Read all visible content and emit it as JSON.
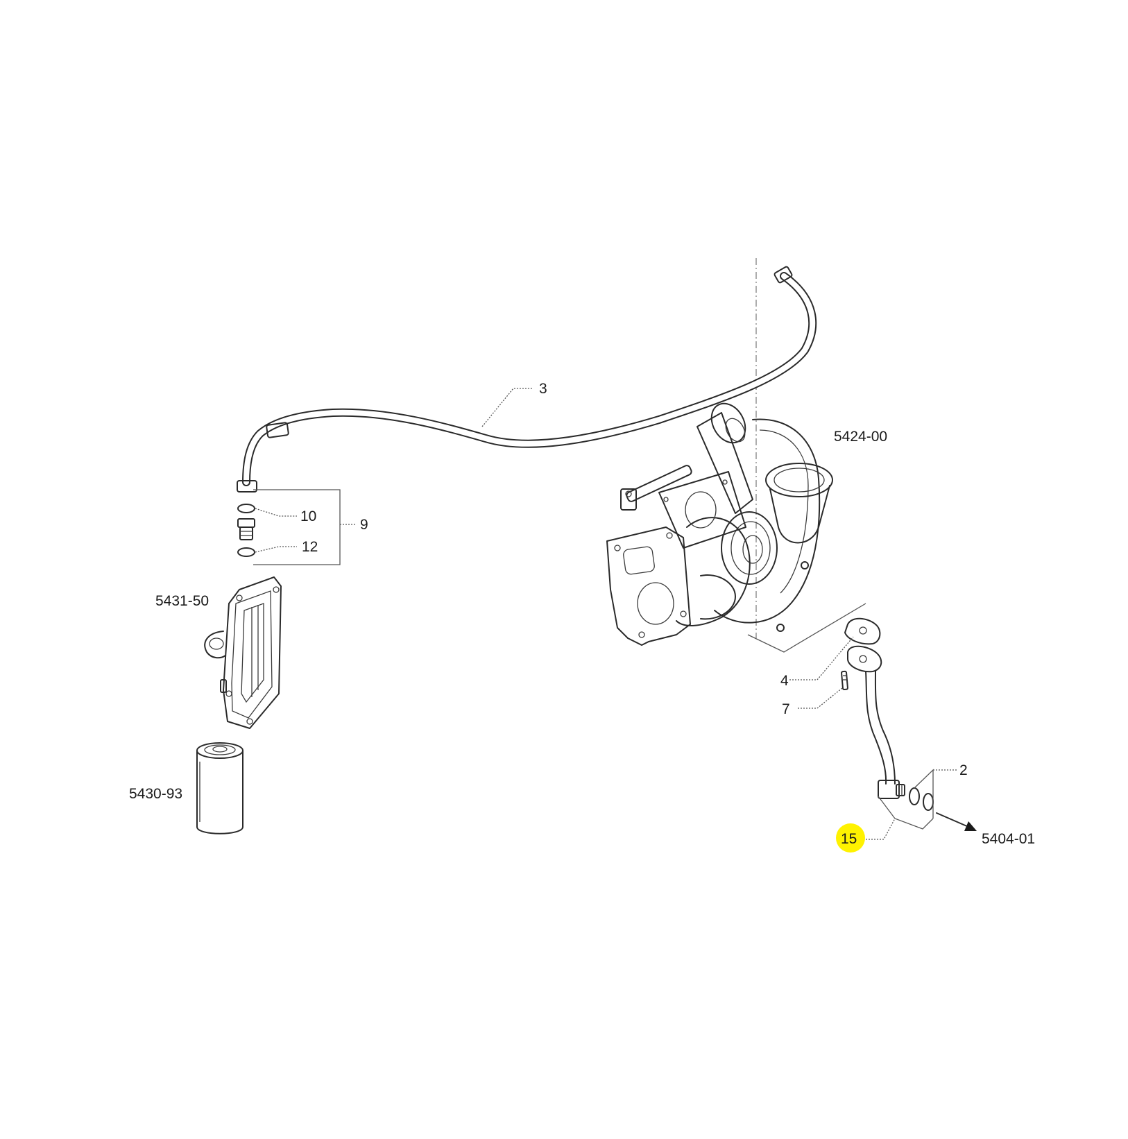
{
  "callouts": {
    "c_3": "3",
    "c_5424_00": "5424-00",
    "c_10": "10",
    "c_9": "9",
    "c_12": "12",
    "c_5431_50": "5431-50",
    "c_4": "4",
    "c_7": "7",
    "c_2": "2",
    "c_5430_93": "5430-93",
    "c_15": "15",
    "c_5404_01": "5404-01"
  },
  "colors": {
    "highlight": "#fff200",
    "line": "#2a2a2a",
    "background": "#ffffff"
  }
}
